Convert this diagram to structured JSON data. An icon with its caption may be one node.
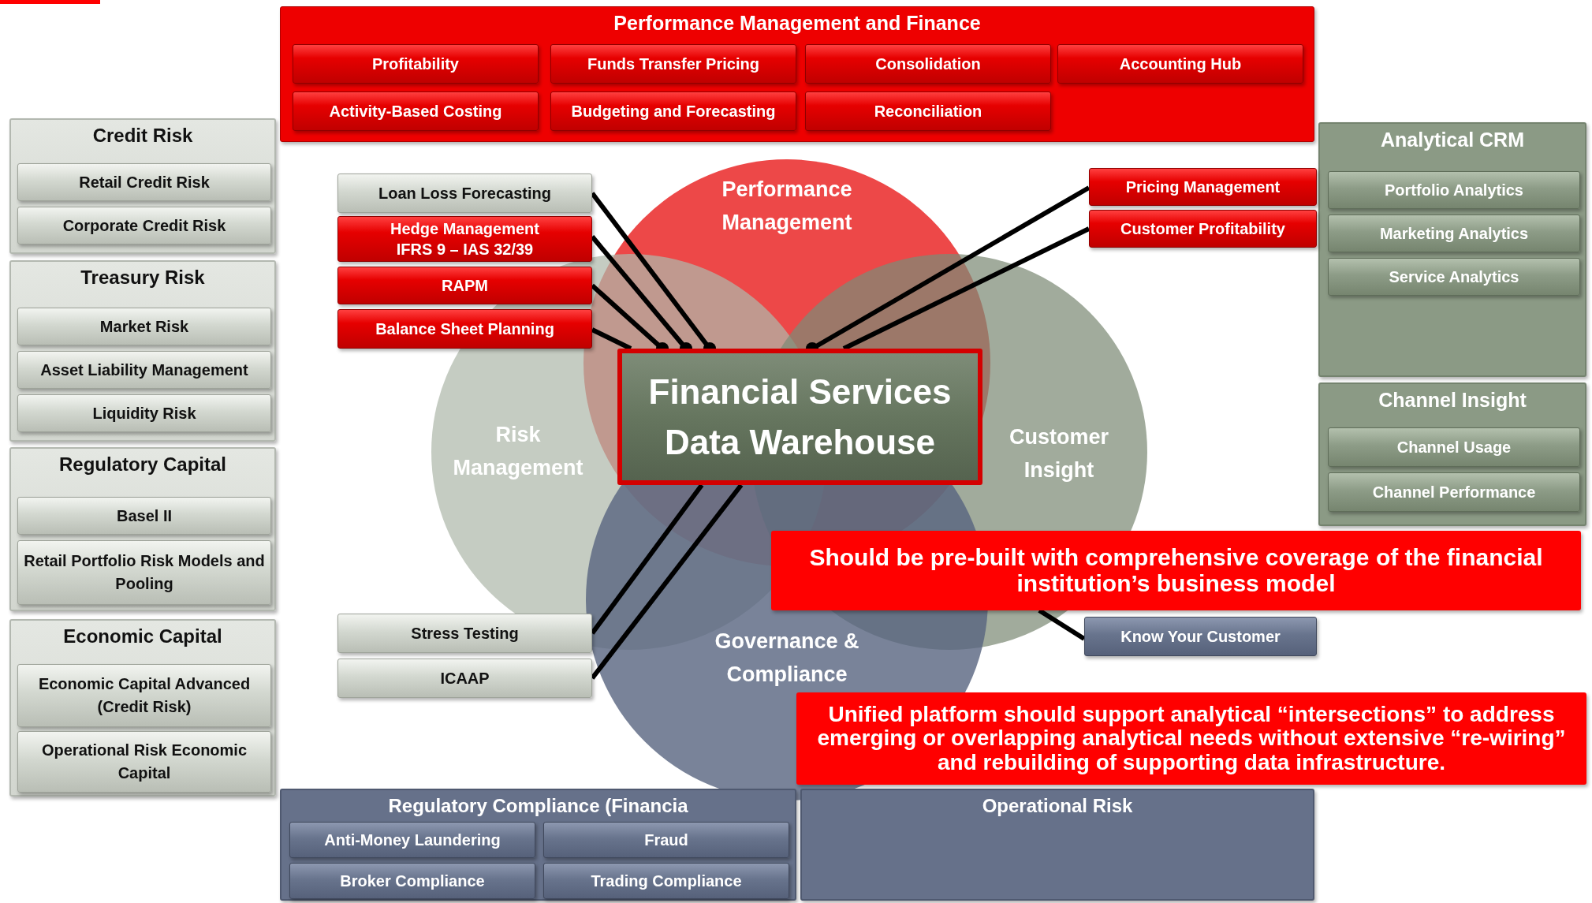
{
  "diagram": {
    "nodes": [
      {
        "text": [
          "Performance Management and Finance"
        ]
      },
      {
        "text": [
          "Profitability"
        ],
        "in": 0
      },
      {
        "text": [
          "Funds Transfer Pricing"
        ],
        "in": 0
      },
      {
        "text": [
          "Consolidation"
        ],
        "in": 0
      },
      {
        "text": [
          "Accounting Hub"
        ],
        "in": 0
      },
      {
        "text": [
          "Activity-Based Costing"
        ],
        "in": 0
      },
      {
        "text": [
          "Budgeting and Forecasting"
        ],
        "in": 0
      },
      {
        "text": [
          "Reconciliation"
        ],
        "in": 0
      },
      {
        "text": [
          "Credit Risk"
        ]
      },
      {
        "text": [
          "Retail Credit Risk"
        ],
        "in": 8
      },
      {
        "text": [
          "Corporate Credit Risk"
        ],
        "in": 8
      },
      {
        "text": [
          "Analytical CRM"
        ]
      },
      {
        "text": [
          "Portfolio Analytics"
        ],
        "in": 11
      },
      {
        "text": [
          "Marketing Analytics"
        ],
        "in": 11
      },
      {
        "text": [
          "Service Analytics"
        ],
        "in": 11
      },
      {
        "text": [
          "Loan Loss Forecasting"
        ]
      },
      {
        "text": [
          "Hedge Management",
          "IFRS 9 – IAS 32/39"
        ]
      },
      {
        "text": [
          "Pricing Management"
        ]
      },
      {
        "text": [
          "Customer Profitability"
        ]
      },
      {
        "text": [
          "Treasury Risk"
        ]
      },
      {
        "text": [
          "Market Risk"
        ],
        "in": 19
      },
      {
        "text": [
          "Asset Liability Management"
        ],
        "in": 19
      },
      {
        "text": [
          "Liquidity Risk"
        ],
        "in": 19
      },
      {
        "text": [
          "RAPM"
        ]
      },
      {
        "text": [
          "Balance Sheet Planning"
        ]
      },
      {
        "text": [
          "Financial Services Data Warehouse"
        ]
      },
      {
        "text": [
          "Channel Insight"
        ]
      },
      {
        "text": [
          "Channel Usage"
        ],
        "in": 26
      },
      {
        "text": [
          "Channel Performance"
        ],
        "in": 26
      },
      {
        "text": [
          "Regulatory Capital"
        ]
      },
      {
        "text": [
          "Basel II"
        ],
        "in": 29
      },
      {
        "text": [
          "Retail Portfolio Risk Models and Pooling"
        ],
        "in": 29
      },
      {
        "text": [
          "Should be pre-built with comprehensive coverage of the financial institution’s business model"
        ]
      },
      {
        "text": [
          "Economic Capital"
        ]
      },
      {
        "text": [
          "Economic Capital Advanced (Credit Risk)"
        ],
        "in": 33
      },
      {
        "text": [
          "Operational Risk Economic Capital"
        ],
        "in": 33
      },
      {
        "text": [
          "Stress Testing"
        ]
      },
      {
        "text": [
          "ICAAP"
        ]
      },
      {
        "text": [
          "Know Your Customer"
        ]
      },
      {
        "text": [
          "Unified platform should support analytical “intersections” to address emerging or overlapping analytical needs without extensive “re-wiring” and rebuilding of supporting data infrastructure."
        ]
      },
      {
        "text": [
          "Regulatory Compliance (Financia"
        ]
      },
      {
        "text": [
          "Anti-Money Laundering"
        ],
        "in": 40
      },
      {
        "text": [
          "Fraud"
        ],
        "in": 40
      },
      {
        "text": [
          "Broker Compliance"
        ],
        "in": 40
      },
      {
        "text": [
          "Trading Compliance"
        ],
        "in": 40
      },
      {
        "text": [
          "Operational Risk"
        ]
      }
    ],
    "edges": [
      {
        "from": 15,
        "to": 25,
        "arrow": "other"
      },
      {
        "from": 16,
        "to": 25,
        "arrow": "other"
      },
      {
        "from": 23,
        "to": 25,
        "arrow": "other"
      },
      {
        "from": 24,
        "to": 25,
        "arrow": "none"
      },
      {
        "from": 17,
        "to": 25,
        "arrow": "other"
      },
      {
        "from": 18,
        "to": 25,
        "arrow": "none"
      },
      {
        "from": 36,
        "to": 25,
        "arrow": "none"
      },
      {
        "from": 37,
        "to": 25,
        "arrow": "none"
      },
      {
        "from": 38,
        "to": 32,
        "arrow": "none"
      }
    ],
    "labels": [
      "Performance Management",
      "Risk Management",
      "Customer Insight",
      "Governance & Compliance"
    ]
  }
}
